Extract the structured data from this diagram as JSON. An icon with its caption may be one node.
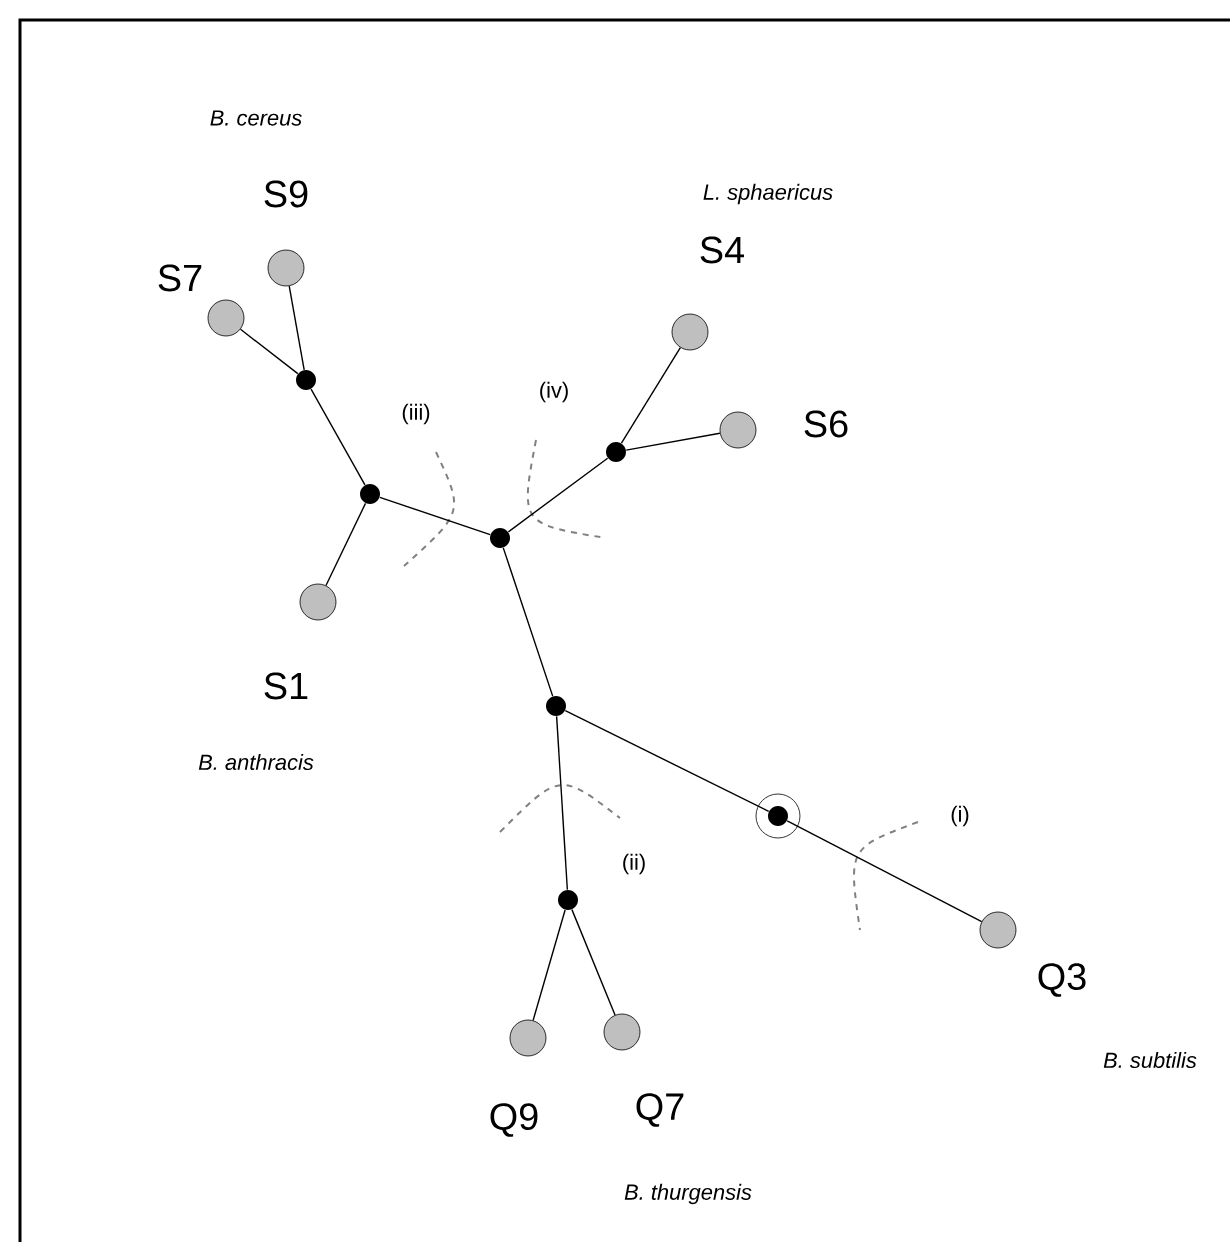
{
  "diagram": {
    "nodes": [
      {
        "text": [],
        "shape": "circle",
        "beside": [
          "S9"
        ]
      },
      {
        "text": [],
        "shape": "circle",
        "beside": [
          "S7"
        ]
      },
      {
        "text": [],
        "shape": "circle"
      },
      {
        "text": [],
        "shape": "circle",
        "beside": [
          "S4"
        ]
      },
      {
        "text": [],
        "shape": "circle",
        "beside": [
          "S6"
        ]
      },
      {
        "text": [],
        "shape": "circle"
      },
      {
        "text": [],
        "shape": "circle"
      },
      {
        "text": [],
        "shape": "circle"
      },
      {
        "text": [],
        "shape": "circle",
        "beside": [
          "S1"
        ]
      },
      {
        "text": [],
        "shape": "circle"
      },
      {
        "text": [],
        "shape": "circle"
      },
      {
        "text": [],
        "shape": "circle"
      },
      {
        "text": [],
        "shape": "circle",
        "beside": [
          "Q3"
        ]
      },
      {
        "text": [],
        "shape": "circle",
        "beside": [
          "Q9"
        ]
      },
      {
        "text": [],
        "shape": "circle",
        "beside": [
          "Q7"
        ]
      }
    ],
    "edges": [
      {
        "from": 2,
        "to": 0,
        "arrow": "none"
      },
      {
        "from": 2,
        "to": 1,
        "arrow": "none"
      },
      {
        "from": 6,
        "to": 2,
        "arrow": "none"
      },
      {
        "from": 6,
        "to": 8,
        "arrow": "none"
      },
      {
        "from": 7,
        "to": 6,
        "arrow": "none"
      },
      {
        "from": 7,
        "to": 5,
        "arrow": "none"
      },
      {
        "from": 5,
        "to": 3,
        "arrow": "none"
      },
      {
        "from": 5,
        "to": 4,
        "arrow": "none"
      },
      {
        "from": 7,
        "to": 9,
        "arrow": "none"
      },
      {
        "from": 9,
        "to": 10,
        "arrow": "none"
      },
      {
        "from": 10,
        "to": 12,
        "arrow": "none"
      },
      {
        "from": 9,
        "to": 11,
        "arrow": "none"
      },
      {
        "from": 11,
        "to": 13,
        "arrow": "none"
      },
      {
        "from": 11,
        "to": 14,
        "arrow": "none"
      }
    ],
    "labels": [
      "B. cereus",
      "L. sphaericus",
      "(iv)",
      "(iii)",
      "B. anthracis",
      "(ii)",
      "(i)",
      "B. subtilis",
      "B. thurgensis"
    ]
  }
}
